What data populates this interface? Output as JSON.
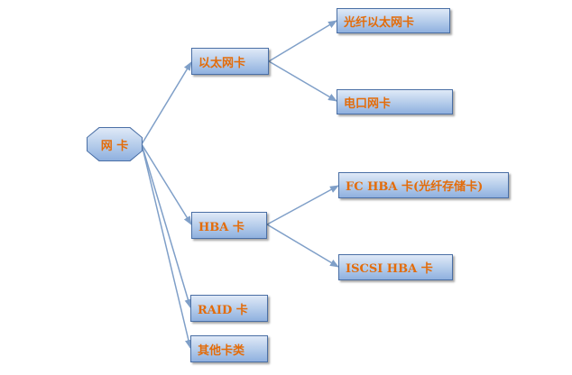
{
  "root": {
    "label": "网 卡"
  },
  "level1": [
    {
      "id": "ethernet",
      "label": "以太网卡"
    },
    {
      "id": "hba",
      "label": "HBA 卡"
    },
    {
      "id": "raid",
      "label": "RAID 卡"
    },
    {
      "id": "other",
      "label": "其他卡类"
    }
  ],
  "level2": [
    {
      "id": "fiber-ethernet",
      "parent": "ethernet",
      "label": "光纤以太网卡"
    },
    {
      "id": "electrical",
      "parent": "ethernet",
      "label": "电口网卡"
    },
    {
      "id": "fc-hba",
      "parent": "hba",
      "label": "FC HBA 卡(光纤存储卡)"
    },
    {
      "id": "iscsi-hba",
      "parent": "hba",
      "label": "ISCSI HBA 卡"
    }
  ],
  "colors": {
    "text": "#e36c0a",
    "border": "#4a6fa5",
    "connector": "#7f9fc8"
  }
}
